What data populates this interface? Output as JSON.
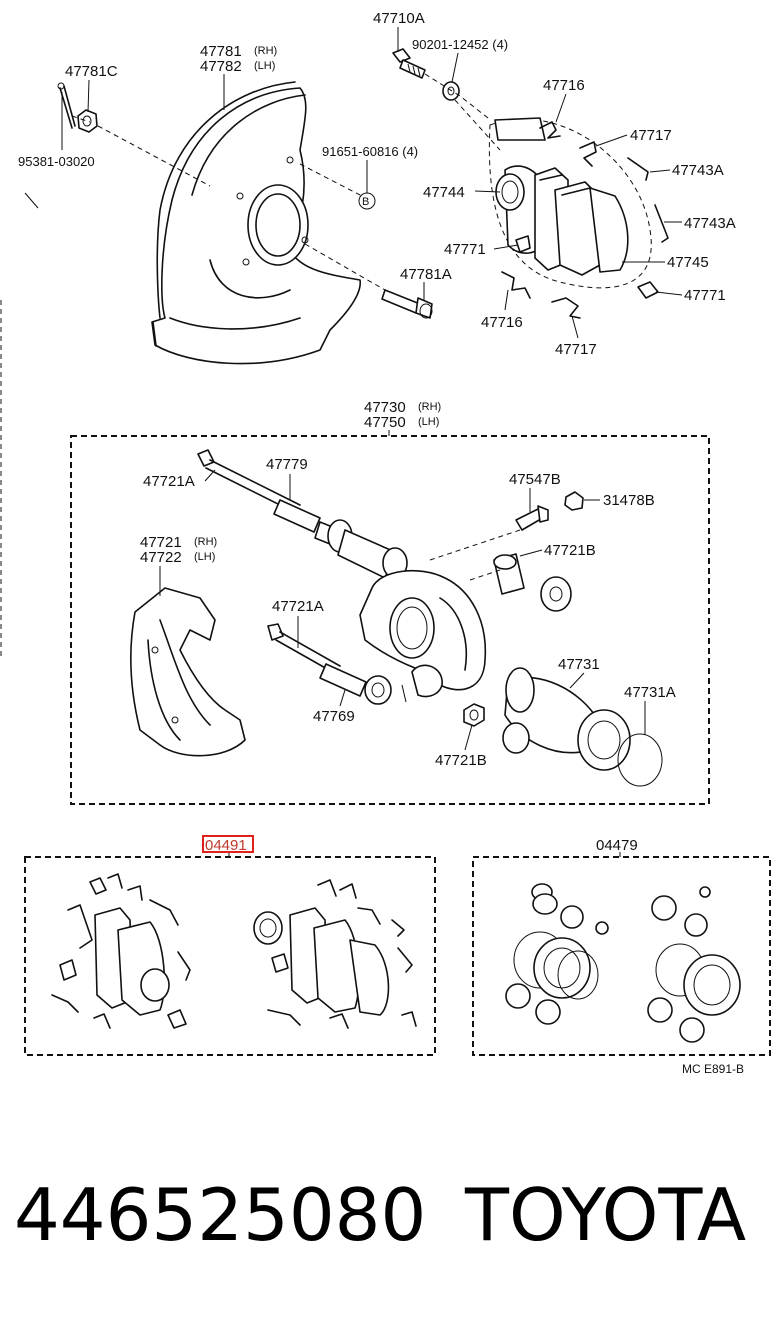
{
  "labels": {
    "l_47710A": "47710A",
    "l_90201": "90201-12452 (4)",
    "l_47781C": "47781C",
    "l_47781": "47781",
    "l_47781_rh": "(RH)",
    "l_47782": "47782",
    "l_47782_lh": "(LH)",
    "l_95381": "95381-03020",
    "l_91651": "91651-60816 (4)",
    "l_b": "B",
    "l_47781A": "47781A",
    "l_47716_top": "47716",
    "l_47717_top": "47717",
    "l_47743A_1": "47743A",
    "l_47744": "47744",
    "l_47743A_2": "47743A",
    "l_47771_left": "47771",
    "l_47745": "47745",
    "l_47771_right": "47771",
    "l_47716_bot": "47716",
    "l_47717_bot": "47717",
    "l_47730": "47730",
    "l_47730_rh": "(RH)",
    "l_47750": "47750",
    "l_47750_lh": "(LH)",
    "l_47721A_1": "47721A",
    "l_47779": "47779",
    "l_47547B": "47547B",
    "l_31478B": "31478B",
    "l_47721B_1": "47721B",
    "l_47721": "47721",
    "l_47721_rh": "(RH)",
    "l_47722": "47722",
    "l_47722_lh": "(LH)",
    "l_47721A_2": "47721A",
    "l_47731": "47731",
    "l_47731A": "47731A",
    "l_47769": "47769",
    "l_47721B_2": "47721B",
    "l_04491": "04491",
    "l_04479": "04479",
    "l_mc": "MC E891-B"
  },
  "footer": {
    "part_number": "446525080",
    "brand": "TOYOTA"
  },
  "colors": {
    "line": "#111111",
    "highlight": "#e0201a",
    "background": "#ffffff"
  }
}
